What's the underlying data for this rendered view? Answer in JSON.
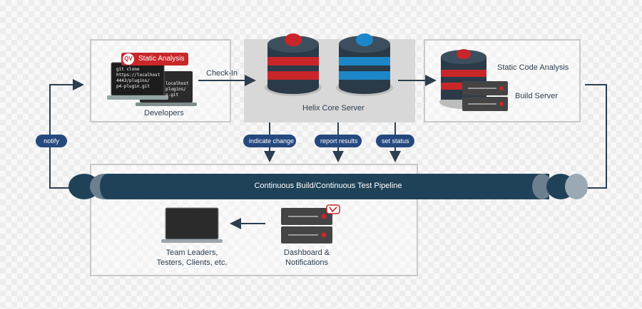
{
  "developers": {
    "badge": "Static Analysis",
    "code_front": "git clone\nhttps://localhost\n4443/plugins/\np4-plugin.git",
    "code_back": "localhost\nplugins/\nn.git",
    "label": "Developers"
  },
  "checkin": {
    "label": "Check-In"
  },
  "helix": {
    "label": "Helix Core Server"
  },
  "build": {
    "analysis_label": "Static Code Analysis",
    "server_label": "Build Server"
  },
  "notify": {
    "label": "notify"
  },
  "events": {
    "indicate": "indicate change",
    "report": "report results",
    "status": "set status"
  },
  "pipeline": {
    "label": "Continuous Build/Continuous Test Pipeline"
  },
  "dashboard": {
    "label_line1": "Dashboard &",
    "label_line2": "Notifications"
  },
  "team": {
    "label_line1": "Team Leaders,",
    "label_line2": "Testers, Clients, etc."
  },
  "colors": {
    "navy": "#1f4259",
    "red": "#c9262a",
    "blue": "#1d86c8",
    "pill": "#25497f",
    "server_gray": "#444"
  }
}
